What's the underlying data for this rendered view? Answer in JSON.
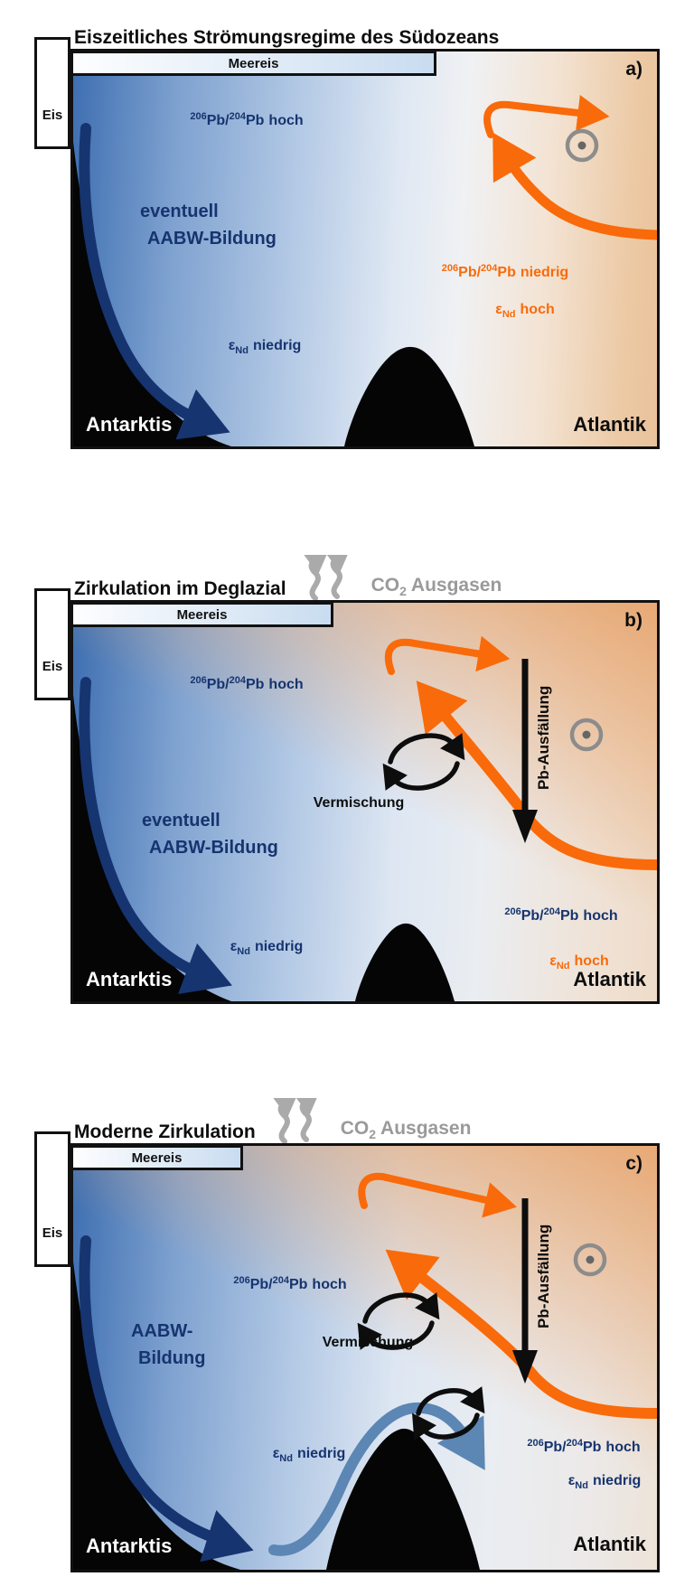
{
  "colors": {
    "orange": "#F96A0A",
    "navy": "#16346F",
    "steel": "#5C86B4",
    "gray": "#999999",
    "land": "#050505"
  },
  "shared": {
    "meereis": "Meereis",
    "eis": "Eis",
    "antarktis": "Antarktis",
    "atlantik": "Atlantik",
    "vermischung": "Vermischung",
    "pb_ausfaellung": "Pb-Ausfällung",
    "co2": "CO",
    "co2_sub": "2",
    "ausgasen": "Ausgasen",
    "iso_sup_a": "206",
    "iso_mid": "Pb/",
    "iso_sup_b": "204",
    "iso_pb": "Pb",
    "hoch": "hoch",
    "niedrig": "niedrig",
    "eps": "ε",
    "nd": "Nd"
  },
  "panels": {
    "a": {
      "letter": "a)",
      "title": "Eiszeitliches Strömungsregime des Südozeans",
      "aabw_l1": "eventuell",
      "aabw_l2": "AABW-Bildung"
    },
    "b": {
      "letter": "b)",
      "title": "Zirkulation im Deglazial",
      "aabw_l1": "eventuell",
      "aabw_l2": "AABW-Bildung"
    },
    "c": {
      "letter": "c)",
      "title": "Moderne Zirkulation",
      "aabw_l1": "AABW-",
      "aabw_l2": "Bildung"
    }
  }
}
